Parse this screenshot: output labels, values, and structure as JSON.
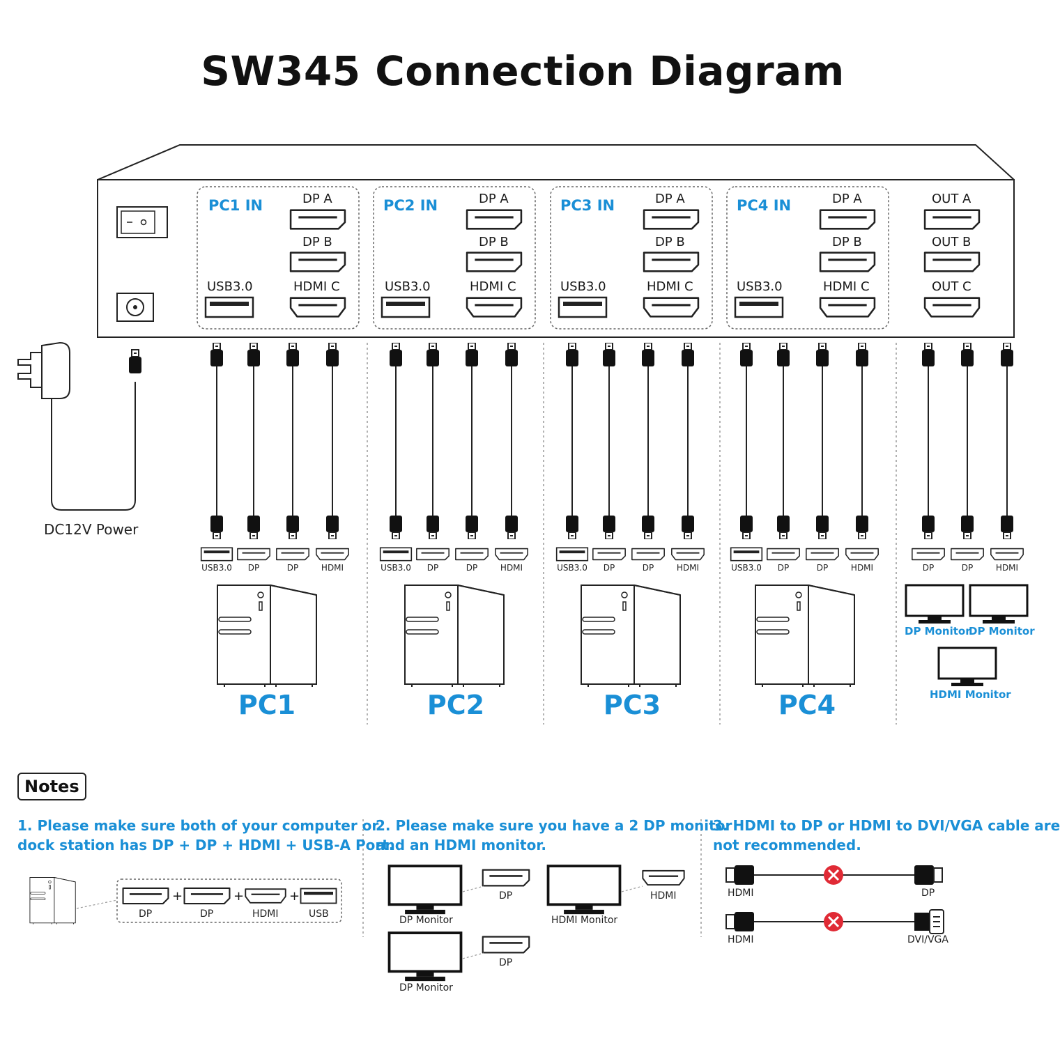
{
  "title": "SW345 Connection Diagram",
  "inputs": [
    {
      "header": "PC1 IN",
      "dp_a": "DP A",
      "dp_b": "DP B",
      "usb": "USB3.0",
      "hdmi": "HDMI C",
      "pc": "PC1"
    },
    {
      "header": "PC2 IN",
      "dp_a": "DP A",
      "dp_b": "DP B",
      "usb": "USB3.0",
      "hdmi": "HDMI C",
      "pc": "PC2"
    },
    {
      "header": "PC3 IN",
      "dp_a": "DP A",
      "dp_b": "DP B",
      "usb": "USB3.0",
      "hdmi": "HDMI C",
      "pc": "PC3"
    },
    {
      "header": "PC4 IN",
      "dp_a": "DP A",
      "dp_b": "DP B",
      "usb": "USB3.0",
      "hdmi": "HDMI C",
      "pc": "PC4"
    }
  ],
  "outputs": {
    "a": "OUT A",
    "b": "OUT B",
    "c": "OUT C"
  },
  "pc_ports": [
    "USB3.0",
    "DP",
    "DP",
    "HDMI"
  ],
  "out_ports": [
    "DP",
    "DP",
    "HDMI"
  ],
  "power_label": "DC12V Power",
  "monitors": {
    "dp1": "DP Monitor",
    "dp2": "DP Monitor",
    "hdmi": "HDMI Monitor"
  },
  "notes": {
    "heading": "Notes",
    "note1": {
      "line1": "1. Please make sure both of your computer or",
      "line2": "dock station has DP + DP + HDMI + USB-A Port.",
      "ports": [
        "DP",
        "DP",
        "HDMI",
        "USB"
      ],
      "plus": "+"
    },
    "note2": {
      "line1": "2. Please make sure you have a 2 DP monitor",
      "line2": "and an HDMI monitor.",
      "dp_monitor_1": "DP Monitor",
      "dp_monitor_2": "DP Monitor",
      "hdmi_monitor": "HDMI Monitor",
      "dp_1": "DP",
      "dp_2": "DP",
      "hdmi": "HDMI"
    },
    "note3": {
      "line1": "3. HDMI to DP or HDMI to DVI/VGA cable are",
      "line2": "not recommended.",
      "row1_left": "HDMI",
      "row1_right": "DP",
      "row2_left": "HDMI",
      "row2_right": "DVI/VGA"
    }
  },
  "colors": {
    "accent": "#1a8fd6",
    "line": "#222222",
    "cross": "#e02a35"
  }
}
